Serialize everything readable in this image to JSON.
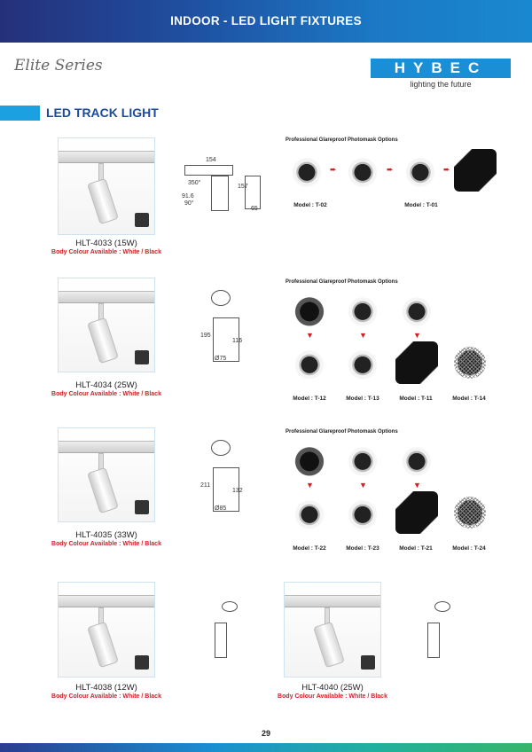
{
  "header": {
    "title": "INDOOR - LED LIGHT FIXTURES"
  },
  "series": "Elite Series",
  "brand": {
    "logo": "HYBEC",
    "tagline": "lighting the future",
    "color": "#1b8fd6"
  },
  "section": {
    "title": "LED TRACK LIGHT"
  },
  "colour_note": "Body Colour Available : White / Black",
  "glare_title": "Professional Glareproof Photomask Options",
  "products": [
    {
      "name": "HLT-4033 (15W)",
      "dims": [
        "154",
        "157",
        "91.6",
        "65",
        "350°",
        "90°"
      ],
      "models": [
        "Model : T-02",
        "Model : T-01"
      ]
    },
    {
      "name": "HLT-4034 (25W)",
      "dims": [
        "195",
        "116",
        "Ø75"
      ],
      "models": [
        "Model : T-12",
        "Model : T-13",
        "Model : T-11",
        "Model : T-14"
      ]
    },
    {
      "name": "HLT-4035 (33W)",
      "dims": [
        "211",
        "132",
        "Ø85"
      ],
      "models": [
        "Model : T-22",
        "Model : T-23",
        "Model : T-21",
        "Model : T-24"
      ]
    },
    {
      "name": "HLT-4038 (12W)"
    },
    {
      "name": "HLT-4040 (25W)"
    }
  ],
  "page_number": "29",
  "colors": {
    "accent_red": "#d32027",
    "title_blue": "#1b4b9a",
    "bar_blue": "#1ba0e2"
  }
}
